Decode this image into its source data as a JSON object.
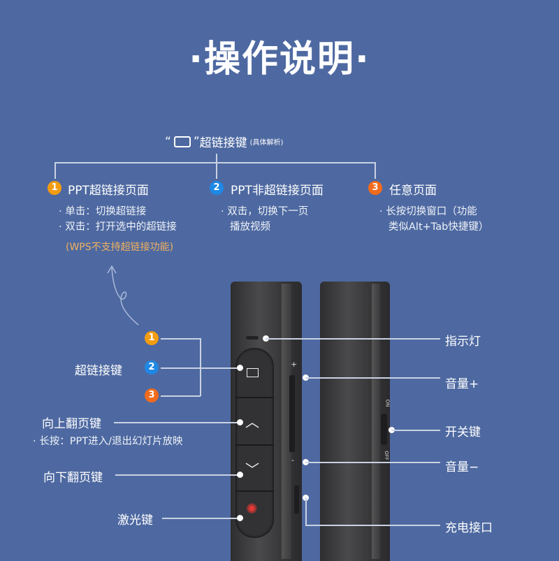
{
  "title": "·操作说明·",
  "subtitle": {
    "quote_open": "“",
    "quote_close": "”",
    "label": "超链接键",
    "note": "(具体解析)"
  },
  "sections": [
    {
      "num": "1",
      "heading": "PPT超链接页面",
      "lines": [
        "· 单击：切换超链接",
        "· 双击：打开选中的超链接"
      ],
      "note": "(WPS不支持超链接功能)"
    },
    {
      "num": "2",
      "heading": "PPT非超链接页面",
      "lines": [
        "· 双击，切换下一页",
        "播放视频"
      ]
    },
    {
      "num": "3",
      "heading": "任意页面",
      "lines": [
        "· 长按切换窗口（功能",
        "类似Alt+Tab快捷键）"
      ]
    }
  ],
  "left_labels": {
    "hyperlink": "超链接键",
    "page_up": "向上翻页键",
    "page_up_note": "· 长按：PPT进入/退出幻灯片放映",
    "page_down": "向下翻页键",
    "laser": "激光键"
  },
  "right_labels": {
    "indicator": "指示灯",
    "vol_up": "音量+",
    "power": "开关键",
    "vol_down": "音量−",
    "charge": "充电接口"
  },
  "device": {
    "plus": "+",
    "minus": "-",
    "on": "ON",
    "off": "OFF"
  },
  "colors": {
    "background": "#4e69a1",
    "badge1": "#f39c12",
    "badge2": "#1e88e5",
    "badge3": "#f26b1d",
    "note": "#f0b060"
  }
}
